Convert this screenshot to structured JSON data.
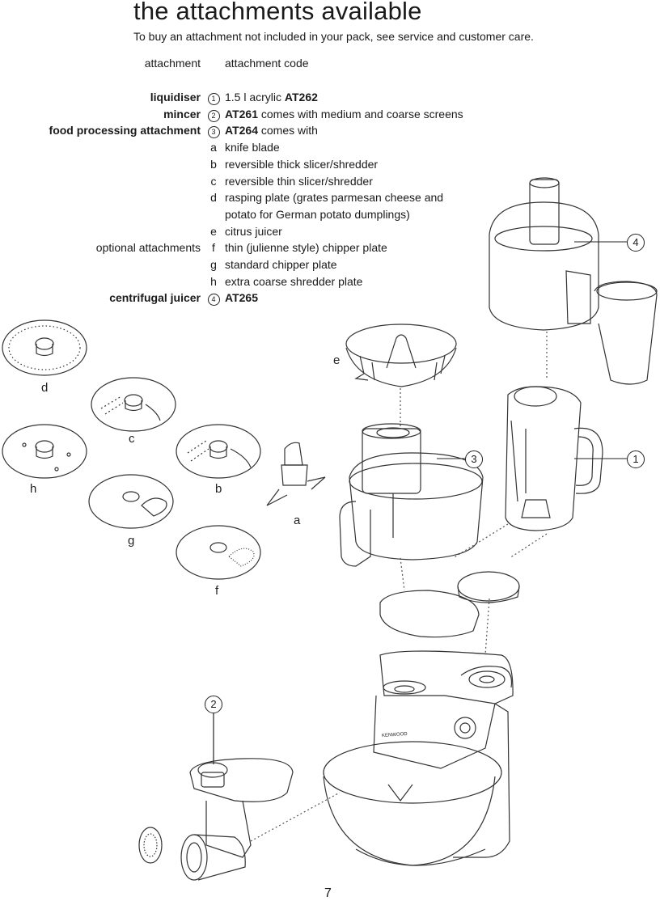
{
  "header": {
    "title": "the attachments available",
    "subtitle": "To buy an attachment not included in your pack, see service and customer care."
  },
  "columns": {
    "attachment": "attachment",
    "code": "attachment code"
  },
  "rows": [
    {
      "label": "liquidiser",
      "bold": true,
      "mark": "1",
      "pre": "1.5 l acrylic ",
      "code": "AT262",
      "post": ""
    },
    {
      "label": "mincer",
      "bold": true,
      "mark": "2",
      "pre": "",
      "code": "AT261",
      "post": " comes with medium and coarse screens"
    },
    {
      "label": "food processing attachment",
      "bold": true,
      "mark": "3",
      "pre": "",
      "code": "AT264",
      "post": " comes with"
    },
    {
      "label": "",
      "bold": false,
      "mark": "a",
      "pre": "knife blade",
      "code": "",
      "post": ""
    },
    {
      "label": "",
      "bold": false,
      "mark": "b",
      "pre": "reversible thick slicer/shredder",
      "code": "",
      "post": ""
    },
    {
      "label": "",
      "bold": false,
      "mark": "c",
      "pre": "reversible thin slicer/shredder",
      "code": "",
      "post": ""
    },
    {
      "label": "",
      "bold": false,
      "mark": "d",
      "pre": "rasping plate (grates parmesan cheese and",
      "code": "",
      "post": ""
    },
    {
      "label": "",
      "bold": false,
      "mark": "",
      "pre": "potato for German potato dumplings)",
      "code": "",
      "post": ""
    },
    {
      "label": "",
      "bold": false,
      "mark": "e",
      "pre": "citrus juicer",
      "code": "",
      "post": ""
    },
    {
      "label": "optional attachments",
      "bold": false,
      "mark": "f",
      "pre": "thin (julienne style) chipper plate",
      "code": "",
      "post": ""
    },
    {
      "label": "",
      "bold": false,
      "mark": "g",
      "pre": "standard chipper plate",
      "code": "",
      "post": ""
    },
    {
      "label": "",
      "bold": false,
      "mark": "h",
      "pre": "extra coarse shredder plate",
      "code": "",
      "post": ""
    },
    {
      "label": "centrifugal juicer",
      "bold": true,
      "mark": "4",
      "pre": "",
      "code": "AT265",
      "post": ""
    }
  ],
  "illustration": {
    "letters": [
      "d",
      "c",
      "h",
      "b",
      "g",
      "a",
      "f",
      "e"
    ],
    "callouts": [
      "4",
      "1",
      "3",
      "2"
    ],
    "brand": "KENWOOD"
  },
  "footer": {
    "page_number": "7"
  }
}
